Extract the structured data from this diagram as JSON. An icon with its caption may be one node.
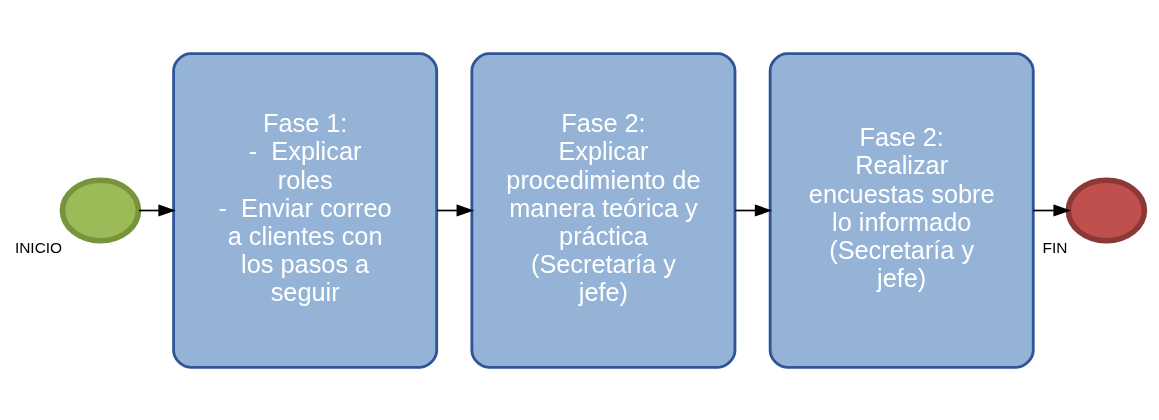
{
  "diagram": {
    "nodes": [
      {
        "text": [],
        "shape": "circle",
        "beside": [
          "INICIO"
        ]
      },
      {
        "text": [
          "Fase 1:",
          "-  Explicar roles",
          "-  Enviar correo a clientes con los pasos a seguir"
        ]
      },
      {
        "text": [
          "Fase 2:",
          "Explicar procedimiento de manera teórica y práctica (Secretaría y jefe)"
        ]
      },
      {
        "text": [
          "Fase 2:",
          "Realizar encuestas sobre lo informado (Secretaría y jefe)"
        ]
      },
      {
        "text": [],
        "shape": "circle",
        "beside": [
          "FIN"
        ]
      }
    ],
    "edges": [
      {
        "from": 0,
        "to": 1,
        "arrow": "to"
      },
      {
        "from": 1,
        "to": 2,
        "arrow": "to"
      },
      {
        "from": 2,
        "to": 3,
        "arrow": "to"
      },
      {
        "from": 3,
        "to": 4,
        "arrow": "to"
      }
    ]
  }
}
